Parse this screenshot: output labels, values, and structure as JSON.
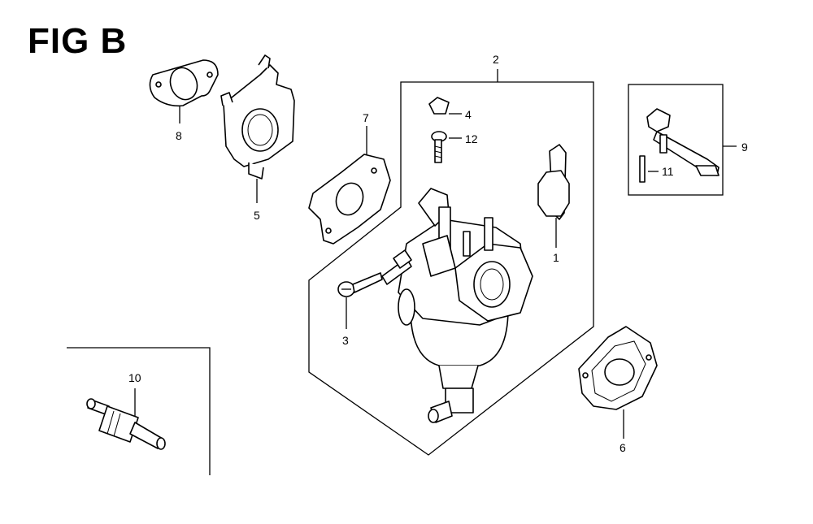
{
  "figure": {
    "title": "FIG B"
  },
  "callouts": [
    {
      "id": "1",
      "label": "1",
      "part": "carburetor-gasket-small"
    },
    {
      "id": "2",
      "label": "2",
      "part": "carburetor-assembly"
    },
    {
      "id": "3",
      "label": "3",
      "part": "screw"
    },
    {
      "id": "4",
      "label": "4",
      "part": "clip"
    },
    {
      "id": "5",
      "label": "5",
      "part": "insulator-plate"
    },
    {
      "id": "6",
      "label": "6",
      "part": "air-cleaner-gasket"
    },
    {
      "id": "7",
      "label": "7",
      "part": "insulator-gasket"
    },
    {
      "id": "8",
      "label": "8",
      "part": "intake-gasket"
    },
    {
      "id": "9",
      "label": "9",
      "part": "lever-assembly"
    },
    {
      "id": "10",
      "label": "10",
      "part": "fuel-filter"
    },
    {
      "id": "11",
      "label": "11",
      "part": "pin"
    },
    {
      "id": "12",
      "label": "12",
      "part": "screw-small"
    }
  ]
}
